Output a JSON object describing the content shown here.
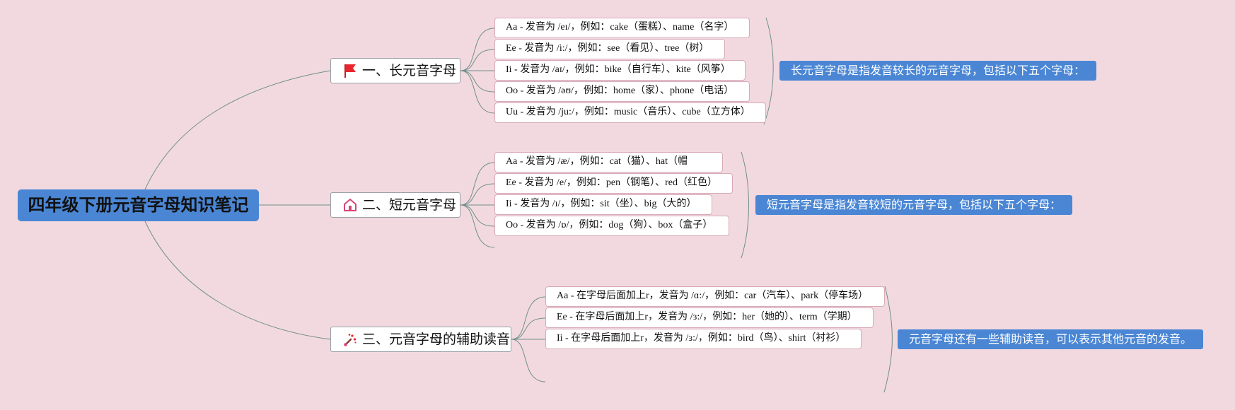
{
  "root": {
    "title": "四年级下册元音字母知识笔记"
  },
  "sections": [
    {
      "title": "一、长元音字母",
      "icon": "red-flag-icon",
      "items": [
        "Aa - 发音为 /eɪ/，例如：cake（蛋糕）、name（名字）",
        "Ee - 发音为 /i:/，例如：see（看见）、tree（树）",
        "Ii - 发音为 /aɪ/，例如：bike（自行车）、kite（风筝）",
        "Oo - 发音为 /əʊ/，例如：home（家）、phone（电话）",
        "Uu - 发音为 /ju:/，例如：music（音乐）、cube（立方体）"
      ],
      "summary": "长元音字母是指发音较长的元音字母，包括以下五个字母："
    },
    {
      "title": "二、短元音字母",
      "icon": "house-icon",
      "items": [
        "Aa - 发音为 /æ/，例如：cat（猫）、hat（帽",
        "Ee - 发音为 /e/，例如：pen（钢笔）、red（红色）",
        "Ii - 发音为 /ɪ/，例如：sit（坐）、big（大的）",
        "Oo - 发音为 /ɒ/，例如：dog（狗）、box（盒子）"
      ],
      "summary": "短元音字母是指发音较短的元音字母，包括以下五个字母："
    },
    {
      "title": "三、元音字母的辅助读音",
      "icon": "magic-wand-icon",
      "items": [
        "Aa - 在字母后面加上r，发音为 /ɑ:/，例如：car（汽车）、park（停车场）",
        "Ee - 在字母后面加上r，发音为 /ɜ:/，例如：her（她的）、term（学期）",
        "Ii - 在字母后面加上r，发音为 /ɜ:/，例如：bird（鸟）、shirt（衬衫）"
      ],
      "summary": "元音字母还有一些辅助读音，可以表示其他元音的发音。"
    }
  ],
  "colors": {
    "background": "#f2d9e0",
    "accent": "#4a86d4",
    "connector": "#6f8f8a",
    "leaf_border": "#d8aab8"
  }
}
